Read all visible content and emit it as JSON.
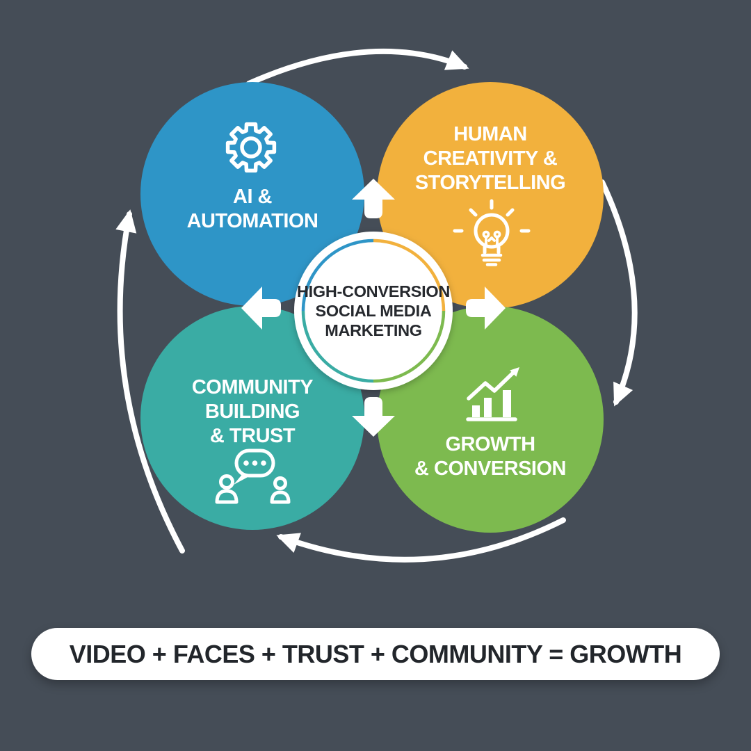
{
  "background_color": "#454D57",
  "diagram": {
    "center": {
      "lines": [
        "HIGH-CONVERSION",
        "SOCIAL MEDIA",
        "MARKETING"
      ],
      "fill": "#FFFFFF",
      "text_color": "#26292E"
    },
    "nodes": {
      "ai": {
        "label_lines": [
          "AI &",
          "AUTOMATION"
        ],
        "color": "#2E95C7",
        "icon": "gear-icon"
      },
      "human": {
        "label_lines": [
          "HUMAN",
          "CREATIVITY &",
          "STORYTELLING"
        ],
        "color": "#F2B13D",
        "icon": "lightbulb-icon"
      },
      "community": {
        "label_lines": [
          "COMMUNITY",
          "BUILDING",
          "& TRUST"
        ],
        "color": "#3AACA4",
        "icon": "people-chat-icon"
      },
      "growth": {
        "label_lines": [
          "GROWTH",
          "& CONVERSION"
        ],
        "color": "#7DBA4F",
        "icon": "growth-chart-icon"
      }
    },
    "flow_arrows": [
      "arrow-up-icon",
      "arrow-right-icon",
      "arrow-down-icon",
      "arrow-left-icon"
    ],
    "cycle_direction": "clockwise",
    "arrow_color": "#FFFFFF"
  },
  "footer": {
    "text": "VIDEO + FACES + TRUST + COMMUNITY = GROWTH",
    "background": "#FFFFFF",
    "text_color": "#22262B"
  }
}
